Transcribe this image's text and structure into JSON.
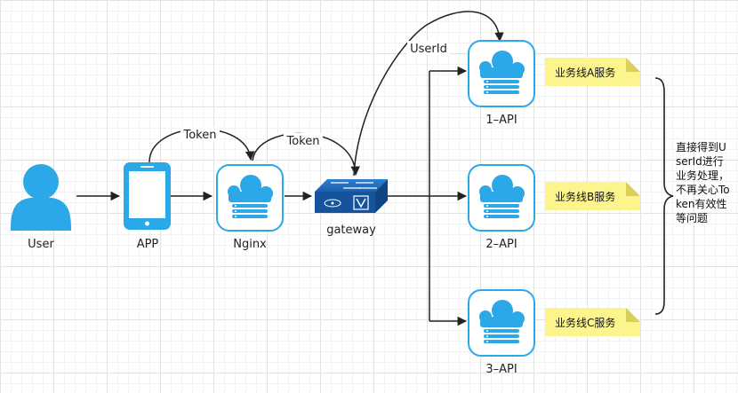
{
  "nodes": {
    "user": "User",
    "app": "APP",
    "nginx": "Nginx",
    "gateway": "gateway",
    "api1": "1–API",
    "api2": "2–API",
    "api3": "3–API"
  },
  "edges": {
    "token_app_nginx": "Token",
    "token_nginx_gateway": "Token",
    "userid_gateway_api": "UserId"
  },
  "notes": {
    "a": "业务线A服务",
    "b": "业务线B服务",
    "c": "业务线C服务"
  },
  "brace_note": "直接得到UserId进行业务处理，不再关心Token有效性等问题",
  "colors": {
    "accent": "#2ba8e8",
    "gateway_blue": "#1a66b8",
    "note_yellow": "#fcf58e",
    "line": "#222222"
  }
}
